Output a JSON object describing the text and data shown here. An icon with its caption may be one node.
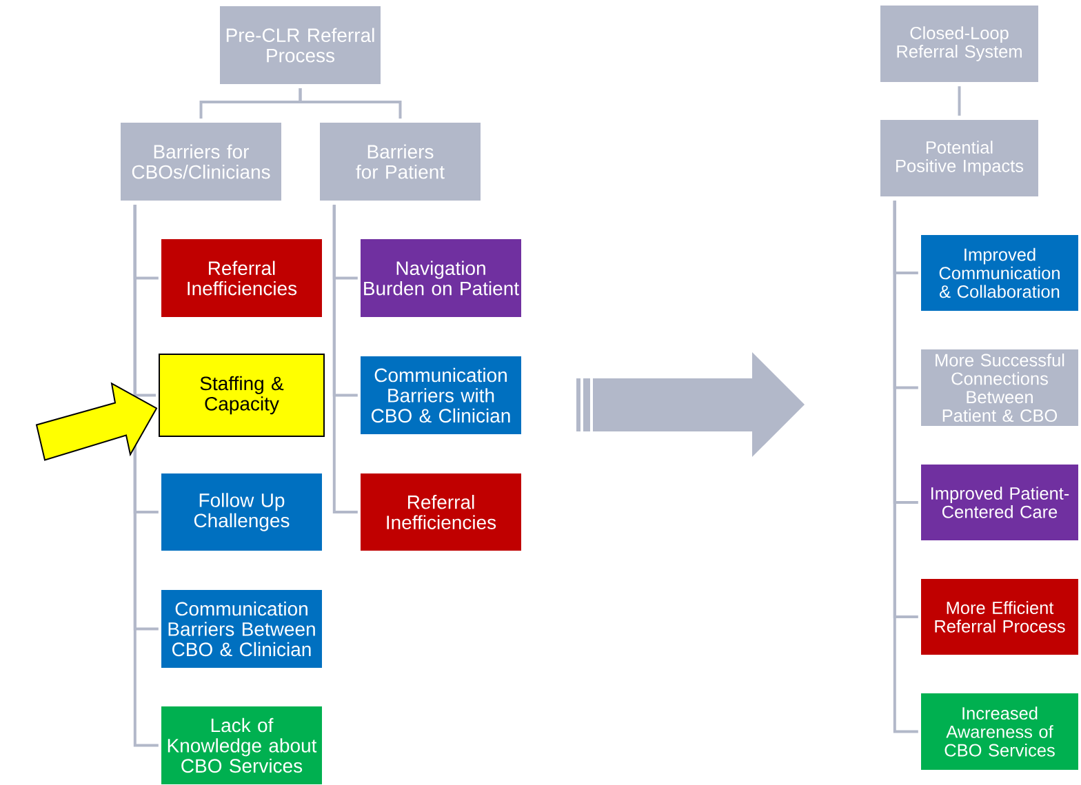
{
  "diagram": {
    "nodes": [
      {
        "text": [
          "Pre-CLR Referral Process"
        ]
      },
      {
        "text": [
          "Barriers for CBOs/Clinicians"
        ]
      },
      {
        "text": [
          "Barriers for Patient"
        ]
      },
      {
        "text": [
          "Referral Inefficiencies"
        ]
      },
      {
        "text": [
          "Staffing & Capacity"
        ]
      },
      {
        "text": [
          "Follow Up Challenges"
        ]
      },
      {
        "text": [
          "Communication Barriers Between CBO & Clinician"
        ]
      },
      {
        "text": [
          "Lack of Knowledge about CBO Services"
        ]
      },
      {
        "text": [
          "Navigation Burden on Patient"
        ]
      },
      {
        "text": [
          "Communication Barriers with CBO & Clinician"
        ]
      },
      {
        "text": [
          "Referral Inefficiencies"
        ]
      },
      {
        "text": [
          "Closed-Loop Referral System"
        ]
      },
      {
        "text": [
          "Potential Positive Impacts"
        ]
      },
      {
        "text": [
          "Improved Communication & Collaboration"
        ]
      },
      {
        "text": [
          "More Successful Connections Between Patient & CBO"
        ]
      },
      {
        "text": [
          "Improved Patient-Centered Care"
        ]
      },
      {
        "text": [
          "More Efficient Referral Process"
        ]
      },
      {
        "text": [
          "Increased Awareness of CBO Services"
        ]
      }
    ],
    "edges": [
      {
        "from": 0,
        "to": 1,
        "arrow": "none"
      },
      {
        "from": 0,
        "to": 2,
        "arrow": "none"
      },
      {
        "from": 1,
        "to": 3,
        "arrow": "none"
      },
      {
        "from": 1,
        "to": 4,
        "arrow": "none"
      },
      {
        "from": 1,
        "to": 5,
        "arrow": "none"
      },
      {
        "from": 1,
        "to": 6,
        "arrow": "none"
      },
      {
        "from": 1,
        "to": 7,
        "arrow": "none"
      },
      {
        "from": 2,
        "to": 8,
        "arrow": "none"
      },
      {
        "from": 2,
        "to": 9,
        "arrow": "none"
      },
      {
        "from": 2,
        "to": 10,
        "arrow": "none"
      },
      {
        "from": 11,
        "to": 12,
        "arrow": "none"
      },
      {
        "from": 12,
        "to": 13,
        "arrow": "none"
      },
      {
        "from": 12,
        "to": 14,
        "arrow": "none"
      },
      {
        "from": 12,
        "to": 15,
        "arrow": "none"
      },
      {
        "from": 12,
        "to": 16,
        "arrow": "none"
      },
      {
        "from": 12,
        "to": 17,
        "arrow": "none"
      },
      {
        "from": null,
        "to": 4,
        "arrow": "to",
        "style": "thick",
        "color": "#ffff00"
      }
    ]
  }
}
